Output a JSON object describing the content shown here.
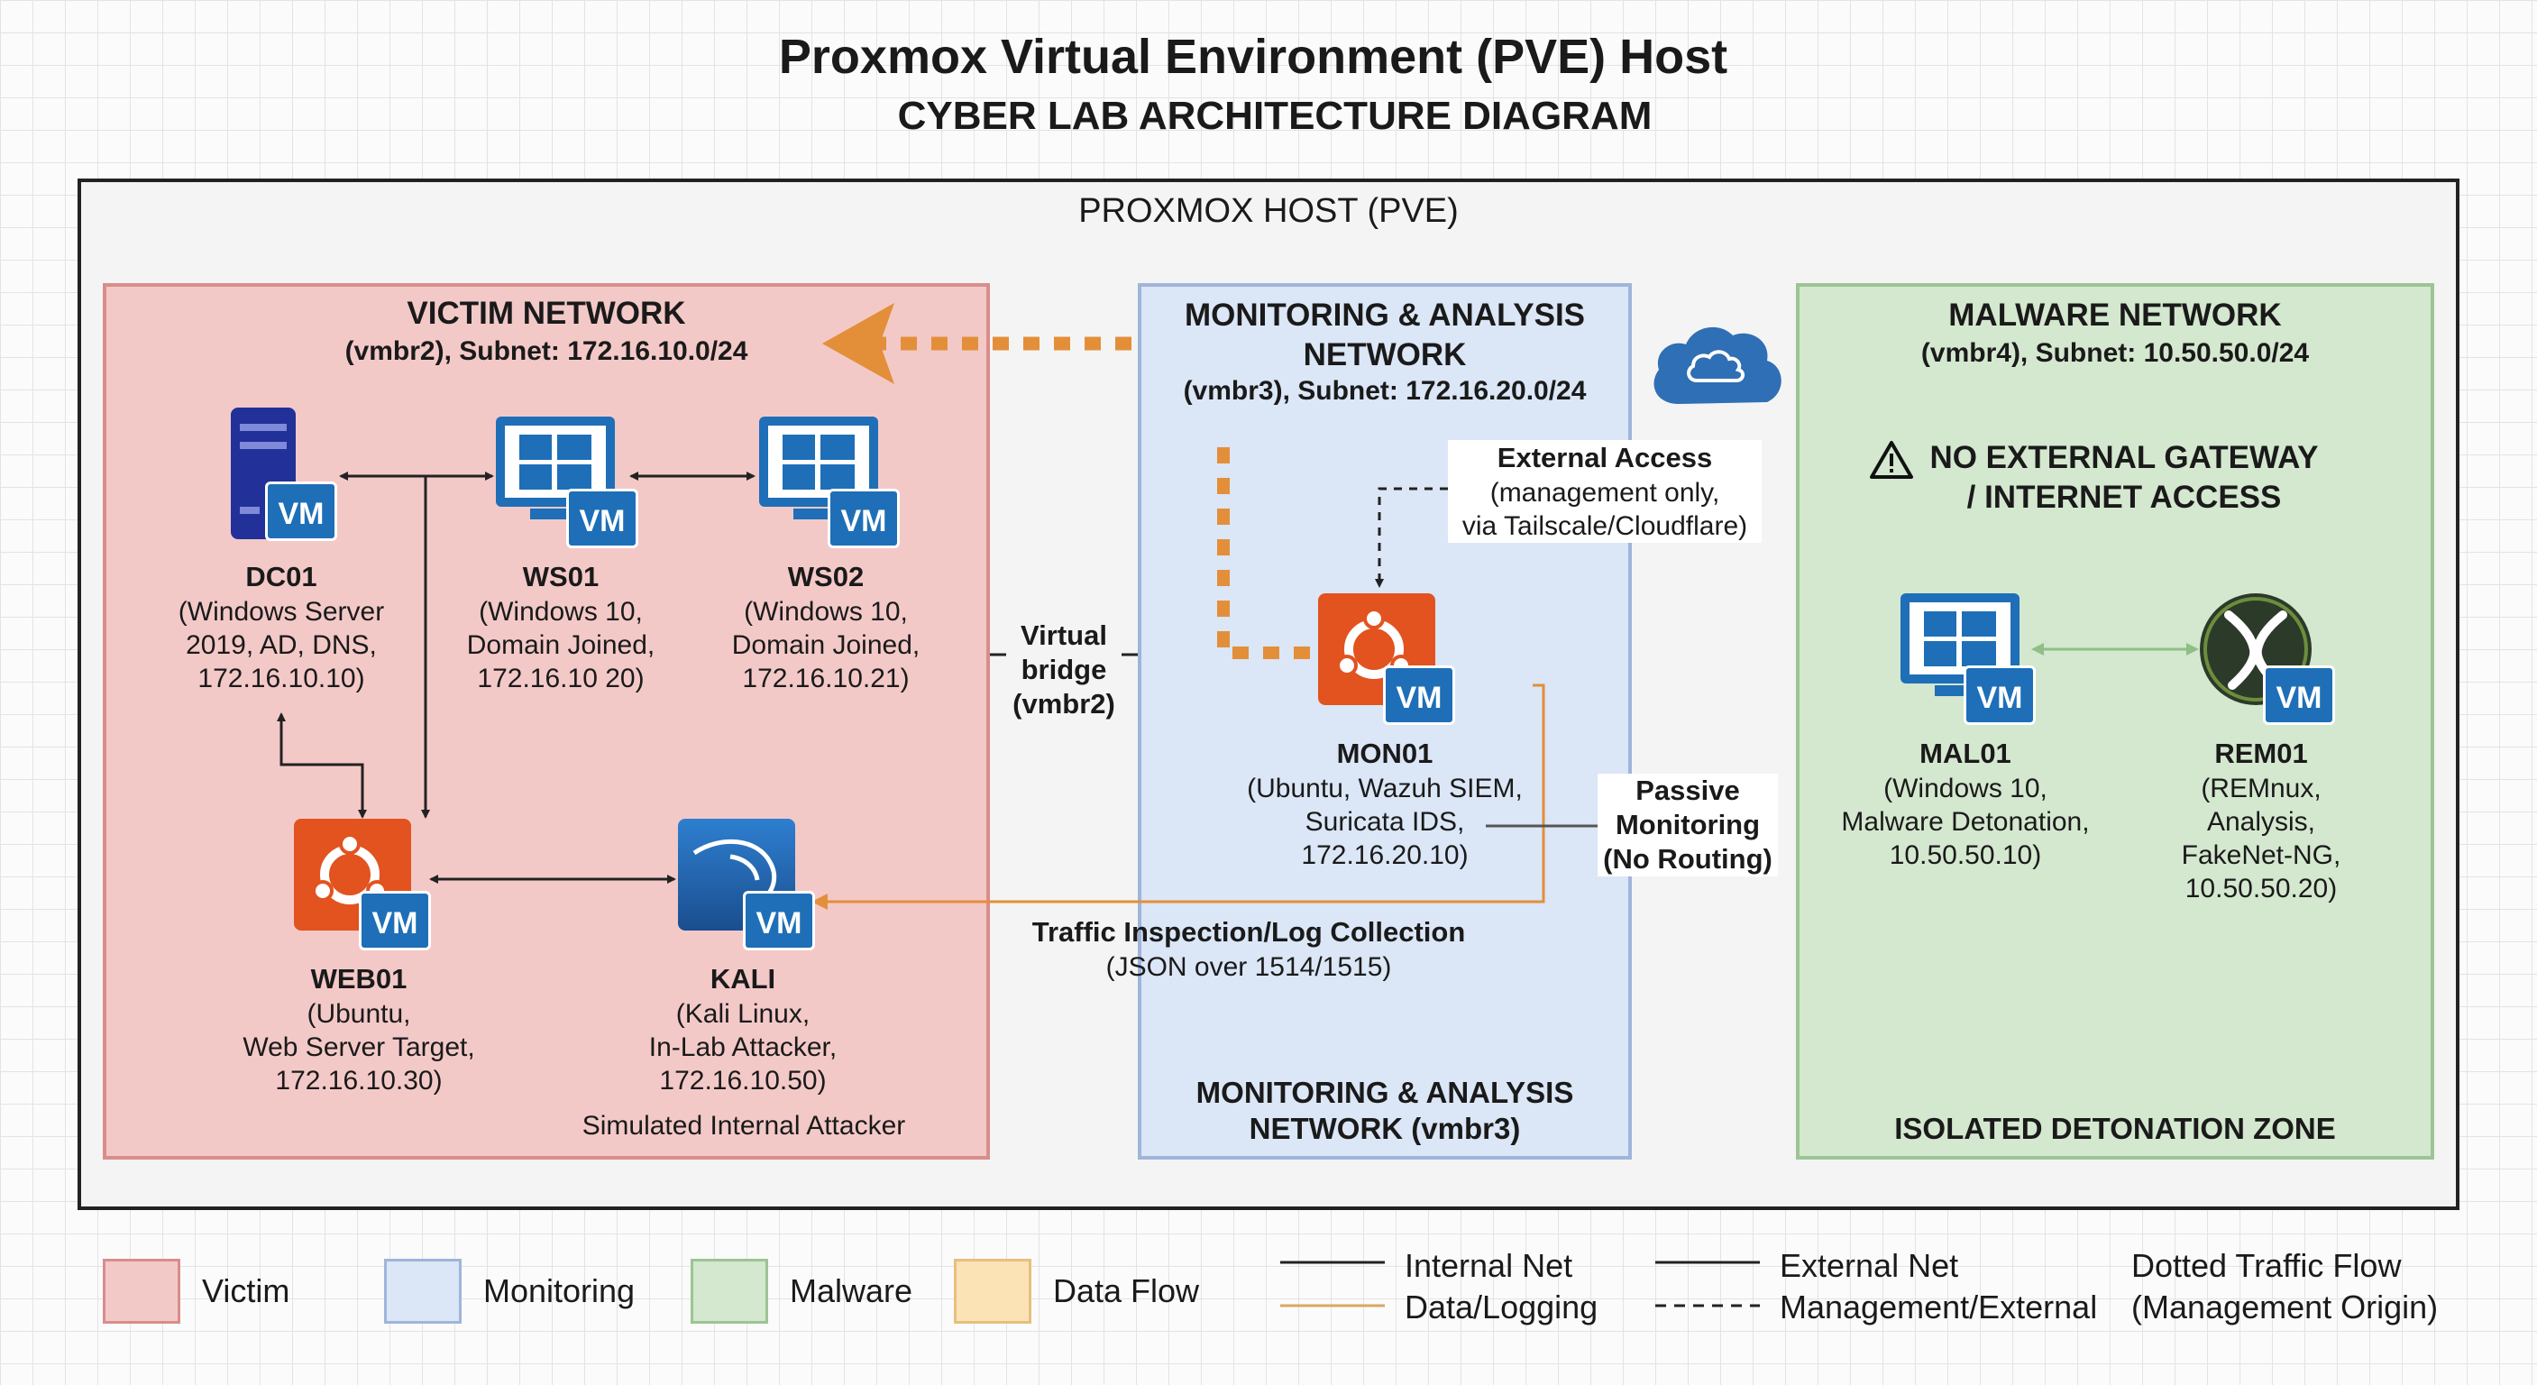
{
  "title": "Proxmox Virtual Environment (PVE) Host",
  "subtitle": "CYBER LAB ARCHITECTURE DIAGRAM",
  "host_label": "PROXMOX HOST (PVE)",
  "vm_badge": "VM",
  "colors": {
    "victim": "#f3c9c8",
    "monitoring": "#dbe6f6",
    "malware": "#d4e7cf",
    "data_flow": "#fbe3b6",
    "flow_orange": "#e38f3a",
    "vm_blue": "#1e6fb7",
    "ubuntu_orange": "#e2531f"
  },
  "victim": {
    "heading": "VICTIM NETWORK",
    "subheading": "(vmbr2), Subnet: 172.16.10.0/24",
    "footer": "Simulated Internal Attacker",
    "nodes": {
      "dc01": {
        "name": "DC01",
        "desc": [
          "(Windows Server",
          "2019, AD, DNS,",
          "172.16.10.10)"
        ],
        "icon": "server-icon"
      },
      "ws01": {
        "name": "WS01",
        "desc": [
          "(Windows 10,",
          "Domain Joined,",
          "172.16.10 20)"
        ],
        "icon": "windows-icon"
      },
      "ws02": {
        "name": "WS02",
        "desc": [
          "(Windows 10,",
          "Domain Joined,",
          "172.16.10.21)"
        ],
        "icon": "windows-icon"
      },
      "web01": {
        "name": "WEB01",
        "desc": [
          "(Ubuntu,",
          "Web Server Target,",
          "172.16.10.30)"
        ],
        "icon": "ubuntu-icon"
      },
      "kali": {
        "name": "KALI",
        "desc": [
          "(Kali Linux,",
          "In-Lab Attacker,",
          "172.16.10.50)"
        ],
        "icon": "kali-icon"
      }
    }
  },
  "bridge_label": [
    "Virtual",
    "bridge",
    "(vmbr2)"
  ],
  "monitoring": {
    "heading": [
      "MONITORING & ANALYSIS",
      "NETWORK"
    ],
    "subheading": "(vmbr3), Subnet: 172.16.20.0/24",
    "footer": [
      "MONITORING & ANALYSIS",
      "NETWORK (vmbr3)"
    ],
    "external_access": {
      "title": "External Access",
      "lines": [
        "(management only,",
        "via Tailscale/Cloudflare)"
      ]
    },
    "passive": [
      "Passive",
      "Monitoring",
      "(No Routing)"
    ],
    "traffic": {
      "title": "Traffic Inspection/Log Collection",
      "sub": "(JSON over 1514/1515)"
    },
    "mon01": {
      "name": "MON01",
      "desc": [
        "(Ubuntu, Wazuh SIEM,",
        "Suricata IDS,",
        "172.16.20.10)"
      ],
      "icon": "ubuntu-icon"
    },
    "cloud_icon": "cloud-icon"
  },
  "malware": {
    "heading": "MALWARE NETWORK",
    "subheading": "(vmbr4), Subnet: 10.50.50.0/24",
    "warning": [
      "NO EXTERNAL GATEWAY",
      "/ INTERNET ACCESS"
    ],
    "footer": "ISOLATED DETONATION ZONE",
    "mal01": {
      "name": "MAL01",
      "desc": [
        "(Windows 10,",
        "Malware Detonation,",
        "10.50.50.10)"
      ],
      "icon": "windows-icon"
    },
    "rem01": {
      "name": "REM01",
      "desc": [
        "(REMnux,",
        "Analysis,",
        "FakeNet-NG,",
        "10.50.50.20)"
      ],
      "icon": "remnux-icon"
    }
  },
  "legend": {
    "victim": "Victim",
    "monitoring": "Monitoring",
    "malware": "Malware",
    "data_flow": "Data Flow",
    "internal_net": "Internal Net",
    "data_logging": "Data/Logging",
    "external_net": "External Net",
    "management_external": "Management/External",
    "dotted_1": "Dotted Traffic Flow",
    "dotted_2": "(Management Origin)"
  }
}
